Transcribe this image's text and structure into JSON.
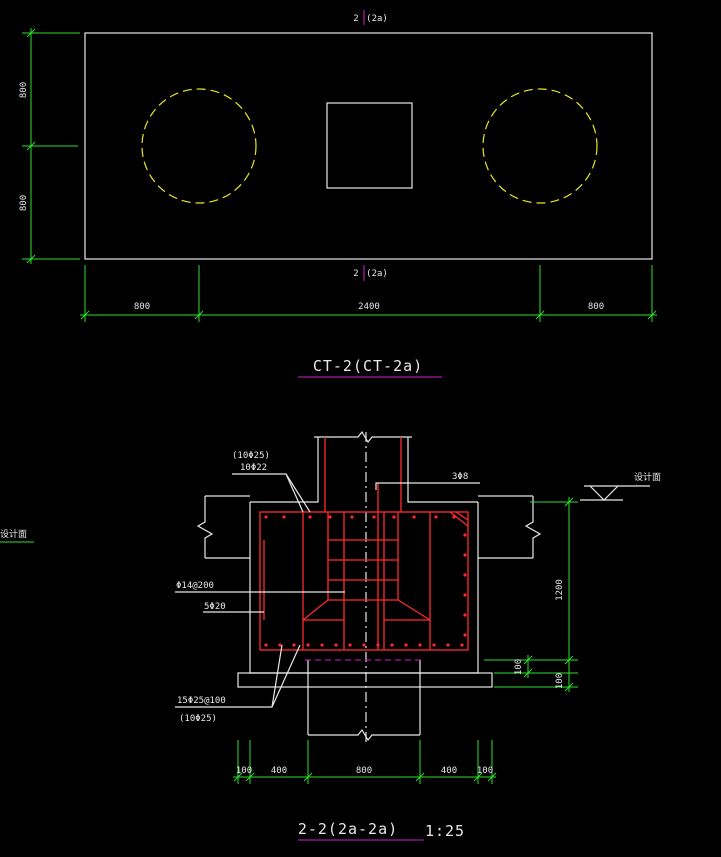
{
  "plan": {
    "section_mark_top": "2",
    "section_ref_top": "(2a)",
    "section_mark_bottom": "2",
    "section_ref_bottom": "(2a)",
    "dim_left_upper": "800",
    "dim_left_lower": "800",
    "dim_bottom_left": "800",
    "dim_bottom_mid": "2400",
    "dim_bottom_right": "800",
    "title": "CT-2(CT-2a)"
  },
  "section": {
    "rebar_top_alt": "(10Φ25)",
    "rebar_top": "10Φ22",
    "stirrup_label": "3Φ8",
    "water_level": "设计面",
    "water_level_left": "设计面",
    "side_bar": "Φ14@200",
    "side_bar2": "5Φ20",
    "bottom_bar": "15Φ25@100",
    "bottom_bar_alt": "(10Φ25)",
    "dim_height": "1200",
    "dim_cover1": "100",
    "dim_cover2": "100",
    "dim_b1": "100",
    "dim_b2": "400",
    "dim_b3": "800",
    "dim_b4": "400",
    "dim_b5": "100",
    "title": "2-2(2a-2a)",
    "scale": "1:25"
  },
  "colors": {
    "line": "#e8e8e8",
    "dimension": "#2ee02e",
    "rebar": "#ff2a2a",
    "underline": "#d020d0",
    "pile": "#e8e820",
    "background": "#000000"
  }
}
